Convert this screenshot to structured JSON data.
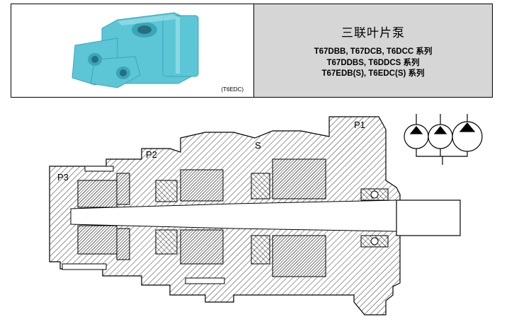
{
  "header": {
    "photo_caption": "(T6EDC)",
    "product_title": "三联叶片泵",
    "series": [
      "T67DBB, T67DCB, T6DCC 系列",
      "T67DDBS, T6DDCS 系列",
      "T67EDB(S), T6EDC(S) 系列"
    ]
  },
  "drawing": {
    "port_labels": {
      "p1": "P1",
      "p2": "P2",
      "p3": "P3",
      "s": "S"
    },
    "pump_color": "#5cc6d6",
    "hatch_color": "#000000"
  }
}
